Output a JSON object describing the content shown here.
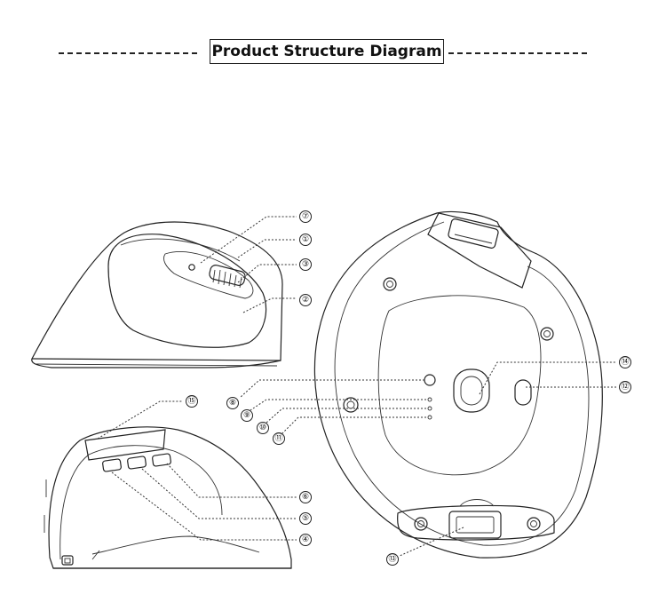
{
  "title": "Product Structure Diagram",
  "callouts": [
    {
      "id": "c7",
      "label": "⑦"
    },
    {
      "id": "c1",
      "label": "①"
    },
    {
      "id": "c3",
      "label": "③"
    },
    {
      "id": "c2",
      "label": "②"
    },
    {
      "id": "c15",
      "label": "⑮"
    },
    {
      "id": "c6",
      "label": "⑥"
    },
    {
      "id": "c5",
      "label": "⑤"
    },
    {
      "id": "c4",
      "label": "④"
    },
    {
      "id": "c8",
      "label": "⑧"
    },
    {
      "id": "c9",
      "label": "⑨"
    },
    {
      "id": "c10",
      "label": "⑩"
    },
    {
      "id": "c11",
      "label": "⑪"
    },
    {
      "id": "c14",
      "label": "⑭"
    },
    {
      "id": "c12",
      "label": "⑫"
    },
    {
      "id": "c13",
      "label": "⑬"
    }
  ]
}
